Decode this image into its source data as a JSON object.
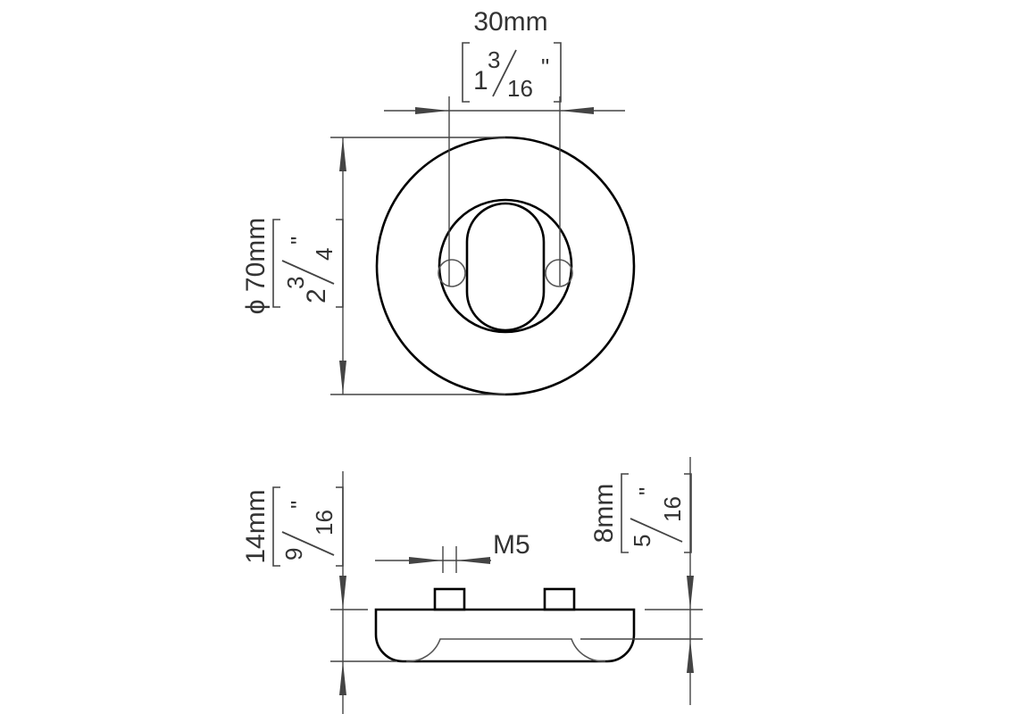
{
  "top_view": {
    "width_dimension": {
      "metric": "30mm",
      "imperial_whole": "1",
      "imperial_num": "3",
      "imperial_den": "16",
      "inch_mark": "\""
    },
    "diameter_dimension": {
      "symbol": "ϕ",
      "metric": "70mm",
      "imperial_whole": "2",
      "imperial_num": "3",
      "imperial_den": "4",
      "inch_mark": "\""
    }
  },
  "side_view": {
    "height_dimension": {
      "metric": "14mm",
      "imperial_num": "9",
      "imperial_den": "16",
      "inch_mark": "\""
    },
    "depth_dimension": {
      "metric": "8mm",
      "imperial_num": "5",
      "imperial_den": "16",
      "inch_mark": "\""
    },
    "thread_label": "M5"
  }
}
